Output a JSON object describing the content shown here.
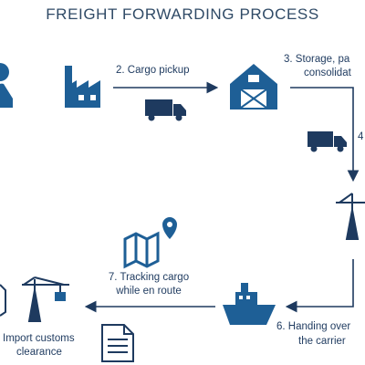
{
  "title": "FREIGHT FORWARDING PROCESS",
  "steps": {
    "cargo_pickup": "2. Cargo pickup",
    "storage_line1": "3. Storage, pa",
    "storage_line2": "consolidat",
    "step4_fragment": "4",
    "handing_line1": "6. Handing over",
    "handing_line2": "the carrier",
    "tracking_line1": "7. Tracking cargo",
    "tracking_line2": "while en route",
    "import_line1": "Import customs",
    "import_line2": "clearance"
  },
  "colors": {
    "primary": "#1e5f96",
    "arrow": "#1e3a5f",
    "text": "#1e3a5f"
  },
  "icons": [
    "person-icon",
    "factory-icon",
    "truck-icon",
    "barn-icon",
    "crane-icon",
    "map-icon",
    "ship-icon",
    "document-icon"
  ]
}
